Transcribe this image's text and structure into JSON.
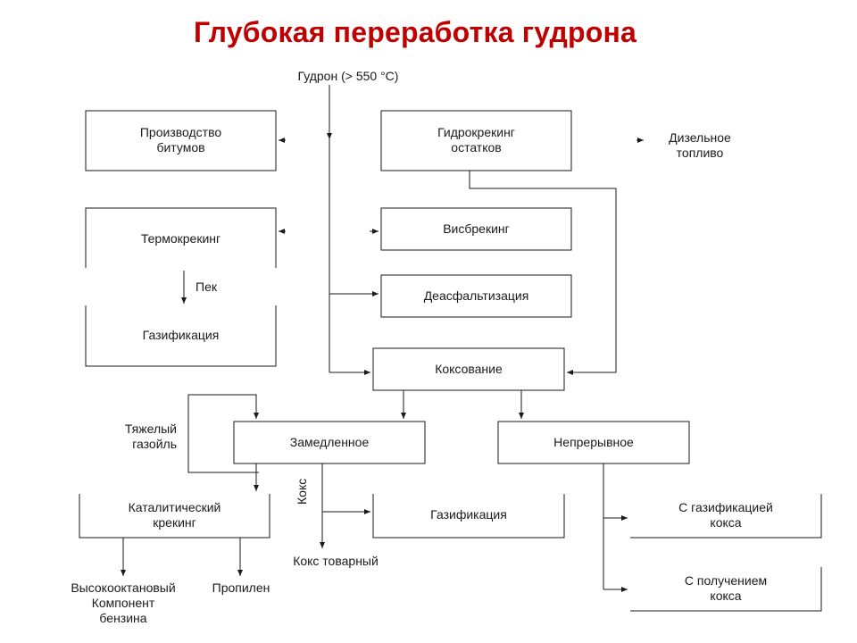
{
  "title": "Глубокая переработка гудрона",
  "feed": "Гудрон (> 550 °С)",
  "boxes": {
    "bitumen": "Производство\nбитумов",
    "thermocracking": "Термокрекинг",
    "gasification_left": "Газификация",
    "hydrocracking": "Гидрокрекинг\nостатков",
    "visbreaking": "Висбрекинг",
    "deasphalting": "Деасфальтизация",
    "coking": "Коксование",
    "delayed": "Замедленное",
    "continuous": "Непрерывное",
    "catalytic": "Каталитический\nкрекинг",
    "gasification_mid": "Газификация",
    "with_gasification": "С газификацией\nкокса",
    "with_coke": "С получением\nкокса"
  },
  "labels": {
    "diesel": "Дизельное\nтопливо",
    "pitch": "Пек",
    "heavy_gasoil": "Тяжелый\nгазойль",
    "coke_vertical": "Кокс",
    "commercial_coke": "Кокс товарный",
    "high_octane": "Высокооктановый\nКомпонент\nбензина",
    "propylene": "Пропилен"
  }
}
